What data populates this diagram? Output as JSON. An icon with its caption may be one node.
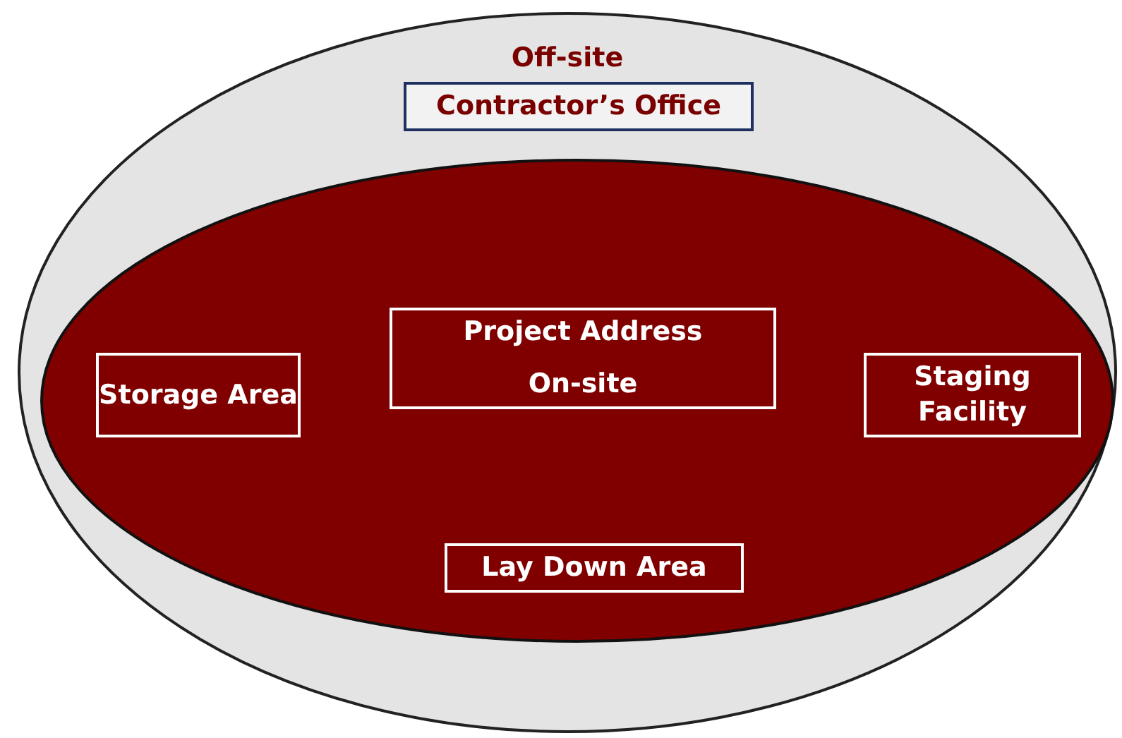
{
  "diagram": {
    "nodes": [
      {
        "text": [
          "Off-site"
        ]
      },
      {
        "text": [
          "Contractor’s Office"
        ],
        "in": 0
      },
      {
        "text": [],
        "shape": "ellipse",
        "in": 0
      },
      {
        "text": [
          "Project Address",
          "On-site"
        ],
        "in": 2
      },
      {
        "text": [
          "Storage Area"
        ],
        "in": 2
      },
      {
        "text": [
          "Staging Facility"
        ],
        "in": 2
      },
      {
        "text": [
          "Lay Down Area"
        ],
        "in": 2
      }
    ],
    "edges": []
  }
}
